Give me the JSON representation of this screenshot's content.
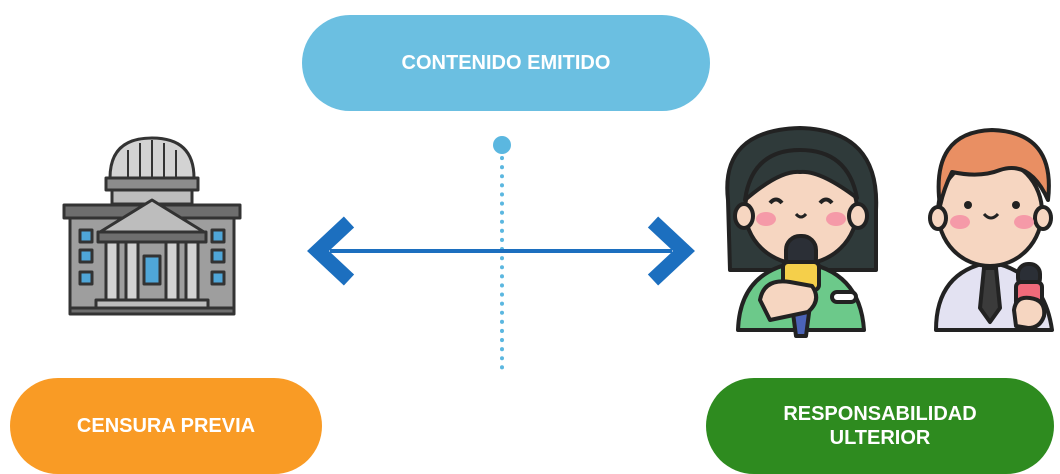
{
  "labels": {
    "top": "CONTENIDO EMITIDO",
    "left": "CENSURA PREVIA",
    "right": "RESPONSABILIDAD\nULTERIOR"
  },
  "colors": {
    "top_pill": "#6bbfe1",
    "left_pill": "#f99b25",
    "right_pill": "#2e8b1f",
    "arrow": "#1c6fbf",
    "dotted_line": "#5bb7e0"
  },
  "icons": {
    "left": "government-building-icon",
    "right_woman": "reporter-woman-with-microphone-icon",
    "right_man": "reporter-man-with-microphone-icon",
    "axis": "double-headed-arrow-icon"
  }
}
